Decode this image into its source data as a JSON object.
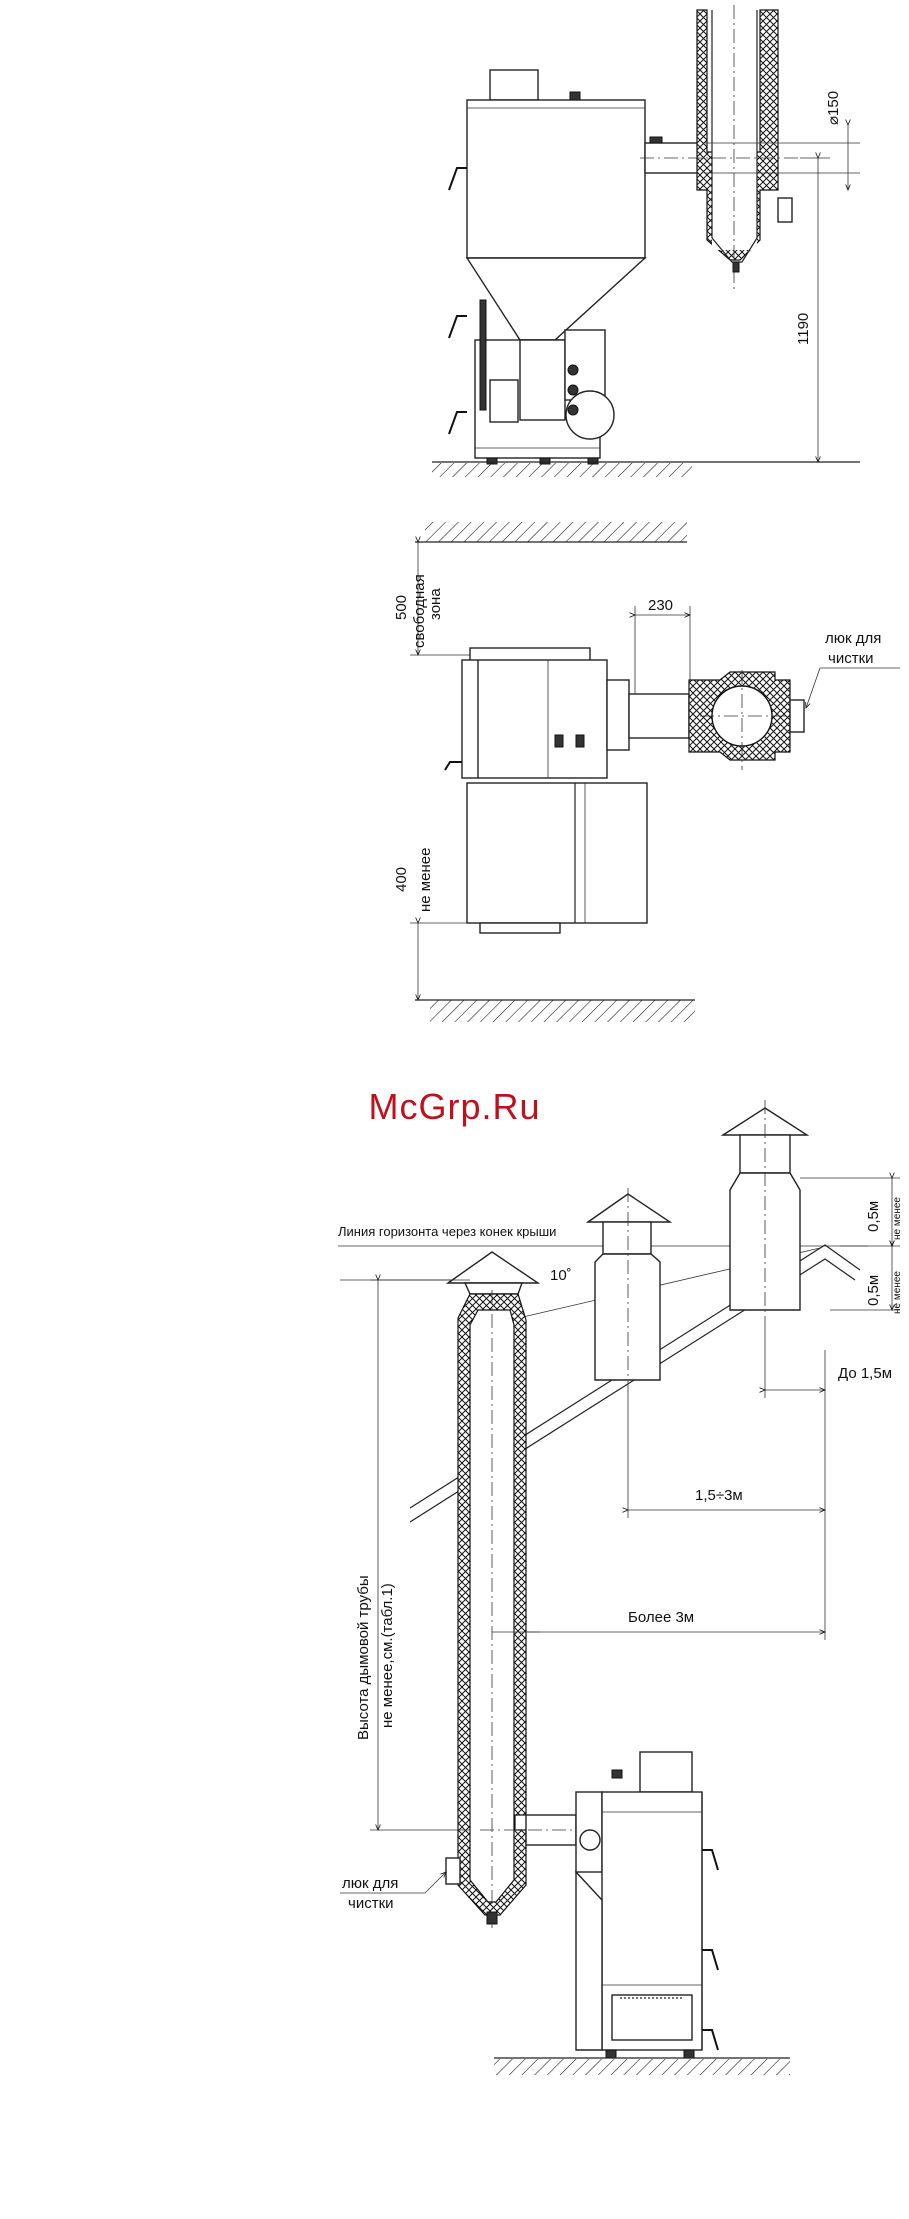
{
  "watermark": "McGrp.Ru",
  "top_view": {
    "dim_diameter": "150",
    "dim_height": "1190"
  },
  "plan_view": {
    "dim_clear_zone_value": "500",
    "dim_clear_zone_label_1": "свободная",
    "dim_clear_zone_label_2": "зона",
    "dim_offset": "230",
    "cleanout_label_1": "люк для",
    "cleanout_label_2": "чистки",
    "dim_front_value": "400",
    "dim_front_label": "не менее"
  },
  "roof_view": {
    "horizon_line_label": "Линия горизонта через конек крыши",
    "angle_label": "10˚",
    "above_ridge_1": "0,5м",
    "above_ridge_1_note": "не менее",
    "above_ridge_2": "0,5м",
    "above_ridge_2_note": "не менее",
    "dist_up_to": "До 1,5м",
    "dist_range": "1,5÷3м",
    "dist_more": "Более 3м",
    "chimney_height_1": "Высота дымовой трубы",
    "chimney_height_2": "не менее,см.(табл.1)",
    "cleanout_label_1": "люк для",
    "cleanout_label_2": "чистки"
  }
}
